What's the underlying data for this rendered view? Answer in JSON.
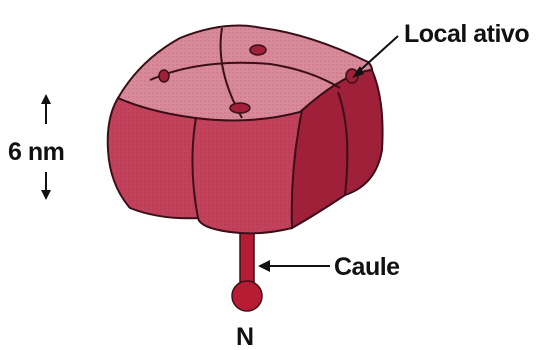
{
  "labels": {
    "active_site": "Local ativo",
    "height": "6 nm",
    "stalk": "Caule",
    "n_terminus": "N"
  },
  "colors": {
    "face_light": "#d98a9a",
    "face_top": "#c9607a",
    "face_front": "#c2425c",
    "face_dark": "#a0203a",
    "stalk": "#b81c34",
    "outline": "#3a1018"
  },
  "icons": [
    "arrow-up-icon",
    "arrow-down-icon",
    "pointer-arrow-icon"
  ]
}
